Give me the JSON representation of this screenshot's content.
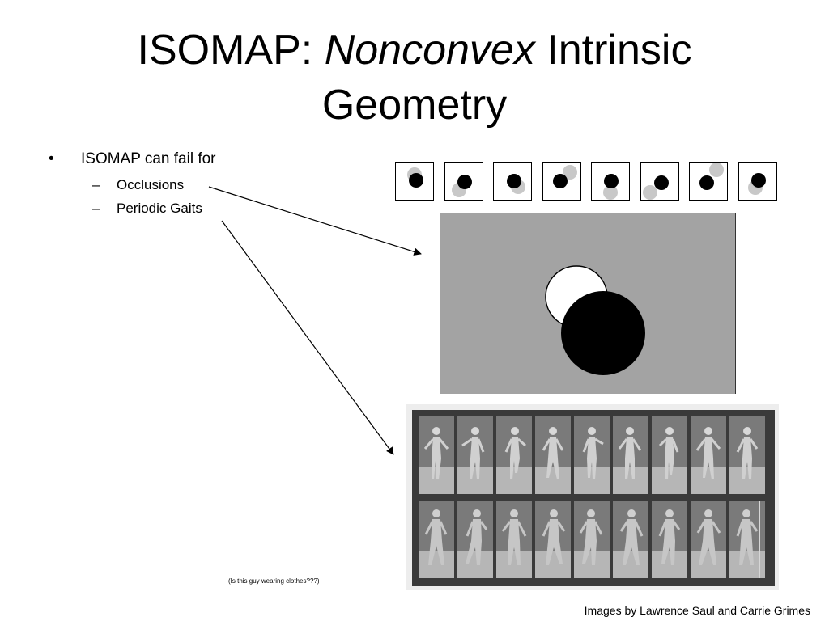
{
  "slide": {
    "title": {
      "part1": "ISOMAP: ",
      "italic": "Nonconvex",
      "part2": " Intrinsic",
      "line2": "Geometry"
    },
    "bullets": {
      "main": {
        "marker": "•",
        "text": "ISOMAP can fail for"
      },
      "subs": [
        {
          "marker": "–",
          "text": "Occlusions"
        },
        {
          "marker": "–",
          "text": "Periodic Gaits"
        }
      ]
    },
    "frames_count": 8,
    "gait_caption": "(Is this guy wearing clothes???)",
    "credit": "Images by Lawrence Saul and Carrie Grimes"
  },
  "colors": {
    "occlusion_background": "#a3a3a3",
    "occluded_disc": "#ffffff",
    "front_disc": "#000000",
    "light_disc": "#c8c8c8"
  }
}
